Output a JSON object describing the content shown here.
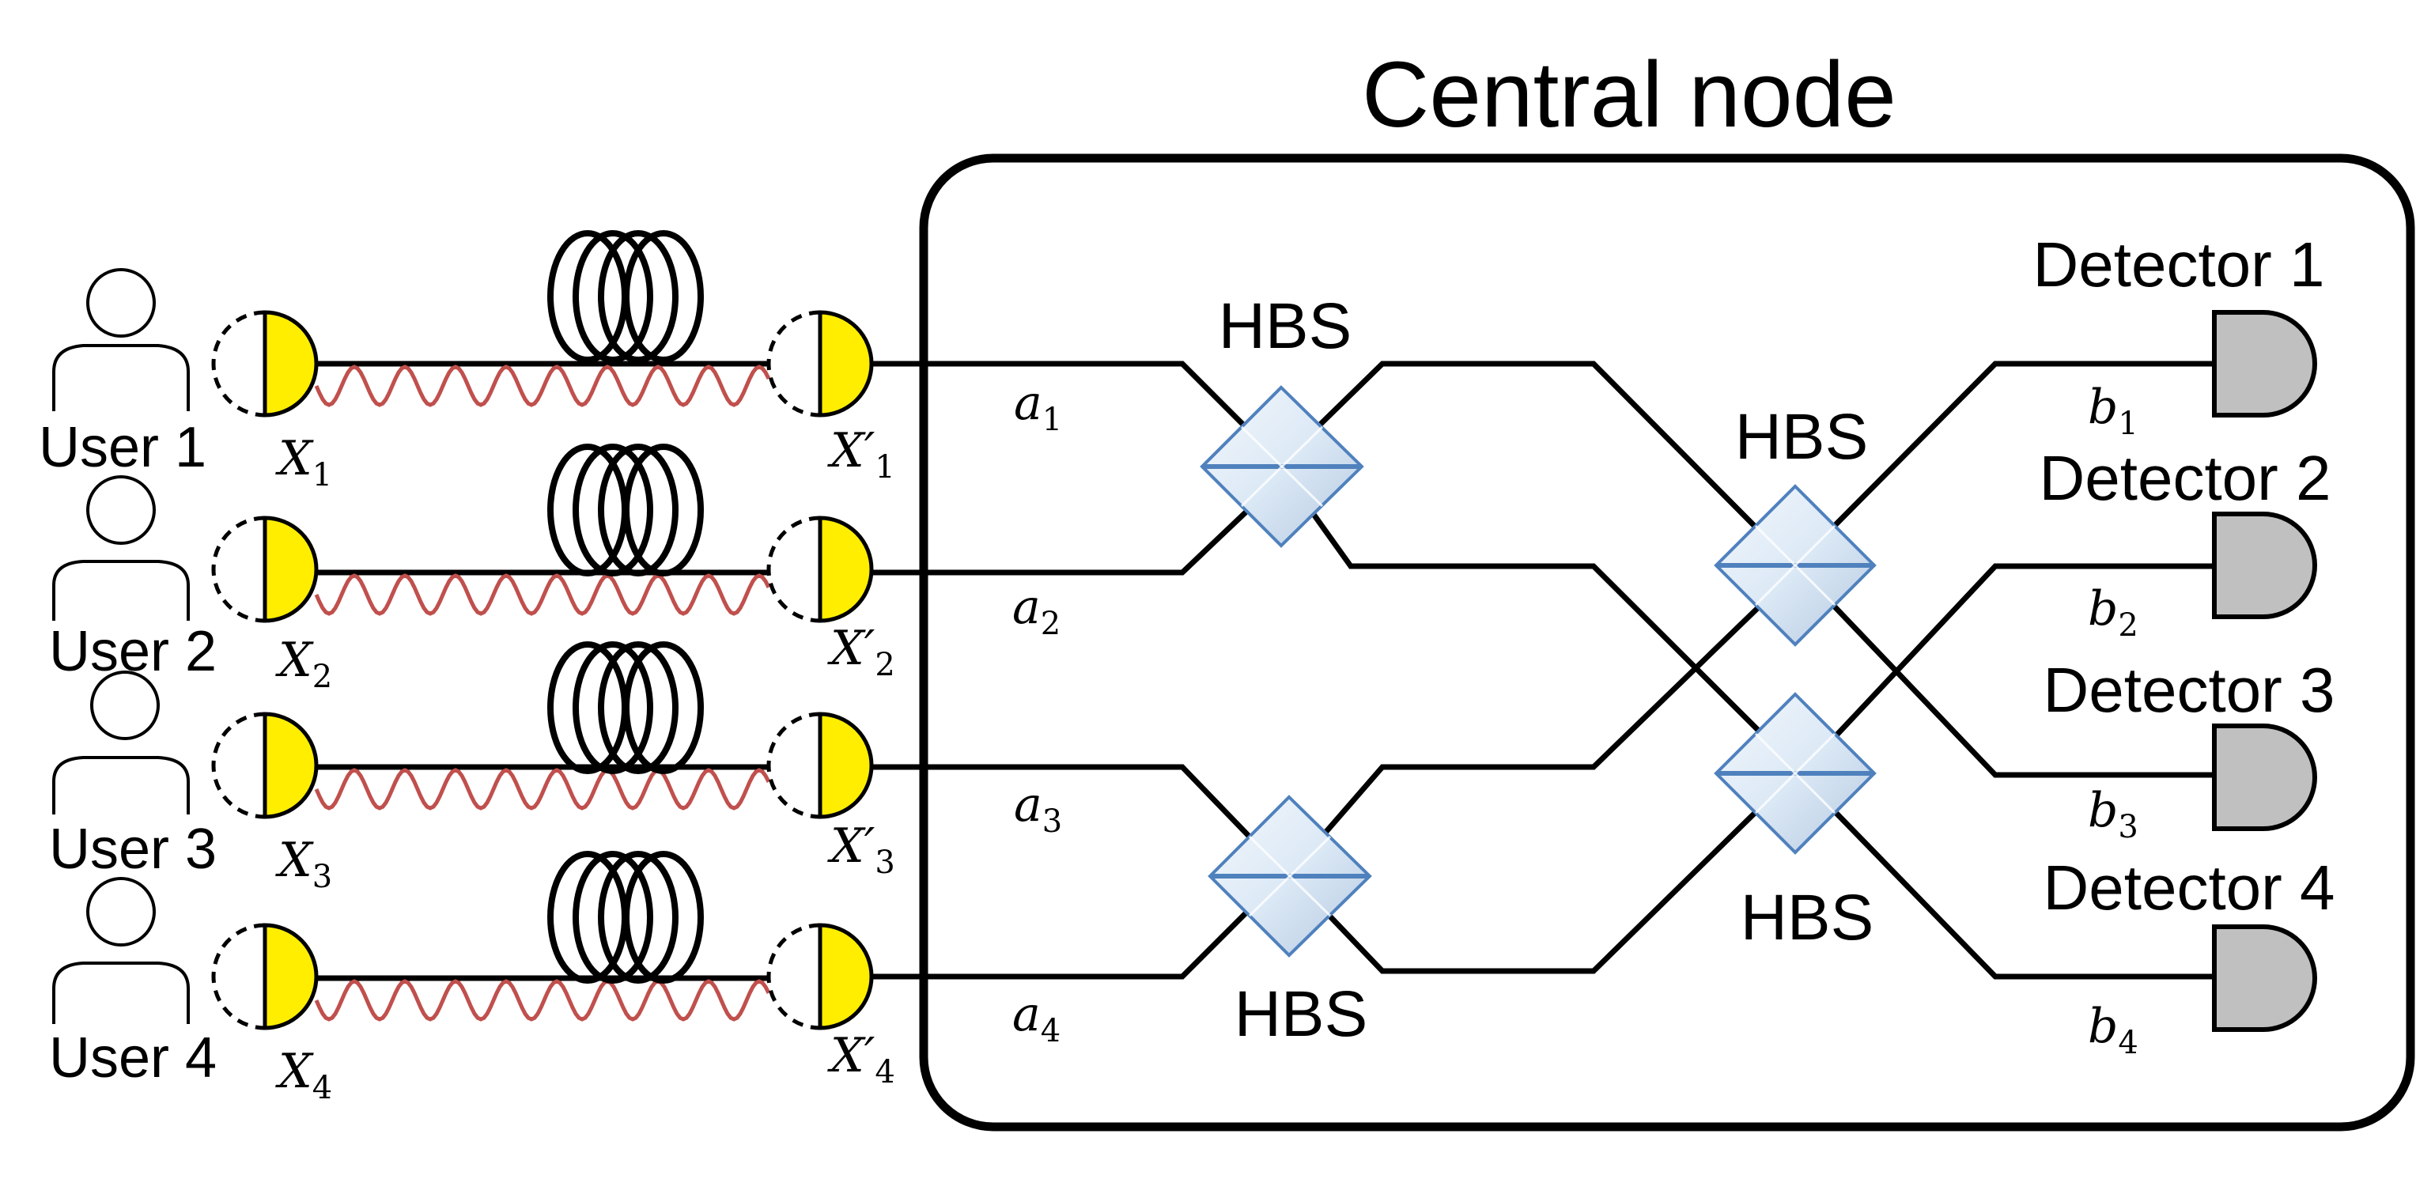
{
  "title": "Central node",
  "users": [
    {
      "label": "User 1",
      "x_name": "X",
      "x_index": "1",
      "xp_name": "X′",
      "xp_index": "1"
    },
    {
      "label": "User  2",
      "x_name": "X",
      "x_index": "2",
      "xp_name": "X′",
      "xp_index": "2"
    },
    {
      "label": "User  3",
      "x_name": "X",
      "x_index": "3",
      "xp_name": "X′",
      "xp_index": "3"
    },
    {
      "label": "User  4",
      "x_name": "X",
      "x_index": "4",
      "xp_name": "X′",
      "xp_index": "4"
    }
  ],
  "inputs": [
    {
      "name": "a",
      "index": "1"
    },
    {
      "name": "a",
      "index": "2"
    },
    {
      "name": "a",
      "index": "3"
    },
    {
      "name": "a",
      "index": "4"
    }
  ],
  "outputs": [
    {
      "name": "b",
      "index": "1"
    },
    {
      "name": "b",
      "index": "2"
    },
    {
      "name": "b",
      "index": "3"
    },
    {
      "name": "b",
      "index": "4"
    }
  ],
  "detectors": [
    "Detector 1",
    "Detector 2",
    "Detector 3",
    "Detector 4"
  ],
  "beam_splitters": [
    "HBS",
    "HBS",
    "HBS",
    "HBS"
  ],
  "colors": {
    "source_fill": "#ffee00",
    "detector_fill": "#c0c0c0",
    "wave": "#c0504d",
    "splitter_edge": "#4f81bd",
    "splitter_fill": "#dce9f6",
    "line": "#000000"
  }
}
